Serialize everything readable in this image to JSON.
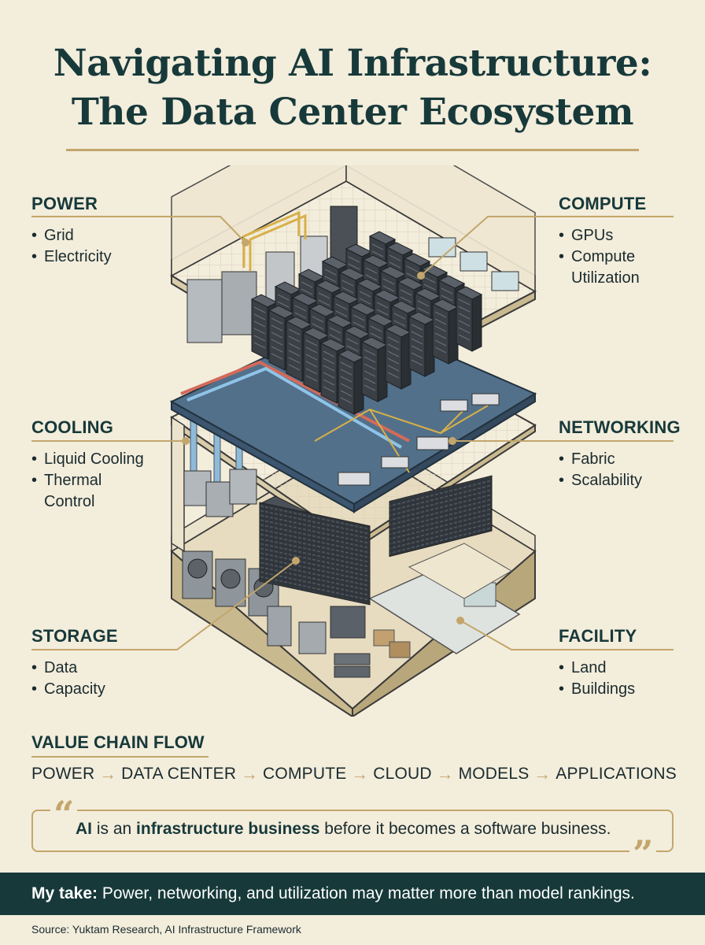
{
  "title": {
    "line1": "Navigating AI Infrastructure:",
    "line2": "The Data Center Ecosystem"
  },
  "categories": {
    "power": {
      "heading": "POWER",
      "items": [
        "Grid",
        "Electricity"
      ]
    },
    "compute": {
      "heading": "COMPUTE",
      "items": [
        "GPUs",
        "Compute",
        "Utilization"
      ]
    },
    "cooling": {
      "heading": "COOLING",
      "items": [
        "Liquid Cooling",
        "Thermal",
        "Control"
      ]
    },
    "networking": {
      "heading": "NETWORKING",
      "items": [
        "Fabric",
        "Scalability"
      ]
    },
    "storage": {
      "heading": "STORAGE",
      "items": [
        "Data",
        "Capacity"
      ]
    },
    "facility": {
      "heading": "FACILITY",
      "items": [
        "Land",
        "Buildings"
      ]
    }
  },
  "value_chain": {
    "heading": "VALUE CHAIN FLOW",
    "steps": [
      "POWER",
      "DATA CENTER",
      "COMPUTE",
      "CLOUD",
      "MODELS",
      "APPLICATIONS"
    ],
    "arrow": "→"
  },
  "quote": {
    "open_mark": "“",
    "close_mark": "”",
    "part1": "AI",
    "part2": " is an ",
    "part3": "infrastructure business",
    "part4": " before it becomes a software business."
  },
  "take": {
    "label": "My take:",
    "text": " Power, networking, and utilization may matter more than model rankings."
  },
  "source": "Source: Yuktam Research, AI Infrastructure Framework",
  "colors": {
    "background": "#f3eddc",
    "navy": "#17393a",
    "gold": "#c3a66b",
    "server": "#3a4046",
    "network_panel": "#52708a"
  }
}
